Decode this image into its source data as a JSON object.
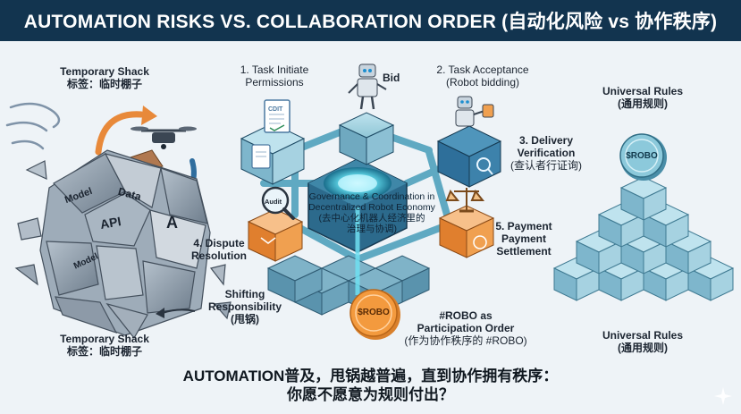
{
  "title": "AUTOMATION RISKS VS. COLLABORATION ORDER (自动化风险 vs 协作秩序)",
  "left": {
    "top_label_en": "Temporary Shack",
    "top_label_cn": "标签：临时棚子",
    "shard_labels": [
      "Model",
      "Data",
      "A",
      "API",
      "Model"
    ],
    "shifting_en_1": "Shifting",
    "shifting_en_2": "Responsibility",
    "shifting_cn": "(甩锅)",
    "bottom_label_en": "Temporary Shack",
    "bottom_label_cn": "标签：临时棚子"
  },
  "center": {
    "step1_line1": "1. Task Initiate",
    "step1_line2": "Permissions",
    "bid": "Bid",
    "step2_line1": "2. Task Acceptance",
    "step2_line2": "(Robot bidding)",
    "step3_line1": "3. Delivery",
    "step3_line2": "Verification",
    "step3_cn": "(查认者行证询)",
    "step4_line1": "4. Dispute",
    "step4_line2": "Resolution",
    "step5_line1": "5. Payment",
    "step5_line2": "Payment",
    "step5_line3": "Settlement",
    "hub_line1": "Governance & Coordination in",
    "hub_line2": "Decentralized Robot Economy",
    "hub_line3": "(去中心化机器人经济里的",
    "hub_line4": "治理与协调)",
    "doc_tag": "CDIT",
    "audit_tag": "Audit",
    "coin_label": "$ROBO",
    "robo_line1": "#ROBO as",
    "robo_line2": "Participation Order",
    "robo_cn": "(作为协作秩序的 #ROBO)"
  },
  "right": {
    "top_label_en": "Universal Rules",
    "top_label_cn": "(通用规则)",
    "coin_label": "$ROBO",
    "bottom_label_en": "Universal Rules",
    "bottom_label_cn": "(通用规则)"
  },
  "question_line1": "AUTOMATION普及，甩锅越普遍，直到协作拥有秩序：",
  "question_line2": "你愿不愿意为规则付出？",
  "colors": {
    "banner": "#12344f",
    "cube_blue": "#8fc6d6",
    "cube_orange": "#f0a050",
    "cube_dark": "#2e6f9a",
    "rubble": "#8a98a6",
    "coin": "#f39a3e"
  }
}
